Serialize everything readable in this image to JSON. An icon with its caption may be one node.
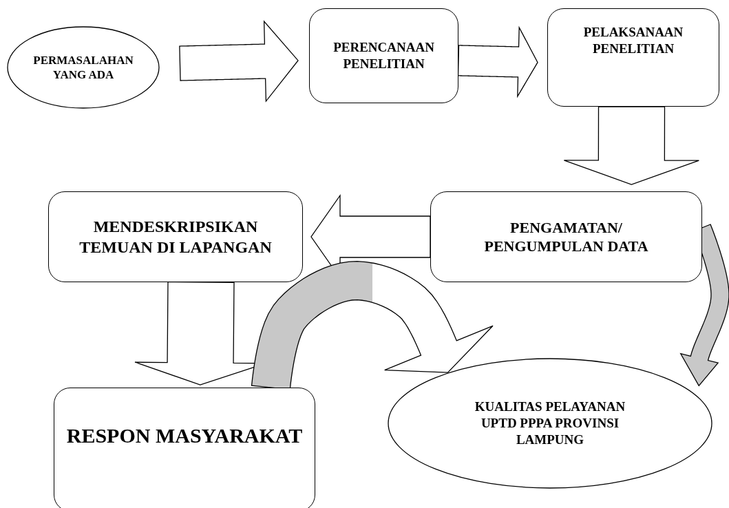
{
  "diagram": {
    "nodes": [
      {
        "text": [
          "PERMASALAHAN YANG ADA"
        ]
      },
      {
        "text": [
          "PERENCANAAN PENELITIAN"
        ]
      },
      {
        "text": [
          "PELAKSANAAN PENELITIAN"
        ]
      },
      {
        "text": [
          "PENGAMATAN/ PENGUMPULAN DATA"
        ]
      },
      {
        "text": [
          "MENDESKRIPSIKAN TEMUAN DI LAPANGAN"
        ]
      },
      {
        "text": [
          "RESPON MASYARAKAT"
        ]
      },
      {
        "text": [
          "KUALITAS PELAYANAN UPTD PPPA PROVINSI LAMPUNG"
        ]
      }
    ],
    "edges": [
      {
        "from": 0,
        "to": 1,
        "arrow": "to"
      },
      {
        "from": 1,
        "to": 2,
        "arrow": "to"
      },
      {
        "from": 2,
        "to": 3,
        "arrow": "to"
      },
      {
        "from": 3,
        "to": 4,
        "arrow": "to"
      },
      {
        "from": 4,
        "to": 5,
        "arrow": "to"
      },
      {
        "from": 3,
        "to": 6,
        "arrow": "to"
      },
      {
        "from": 5,
        "to": 6,
        "arrow": "to"
      }
    ]
  }
}
